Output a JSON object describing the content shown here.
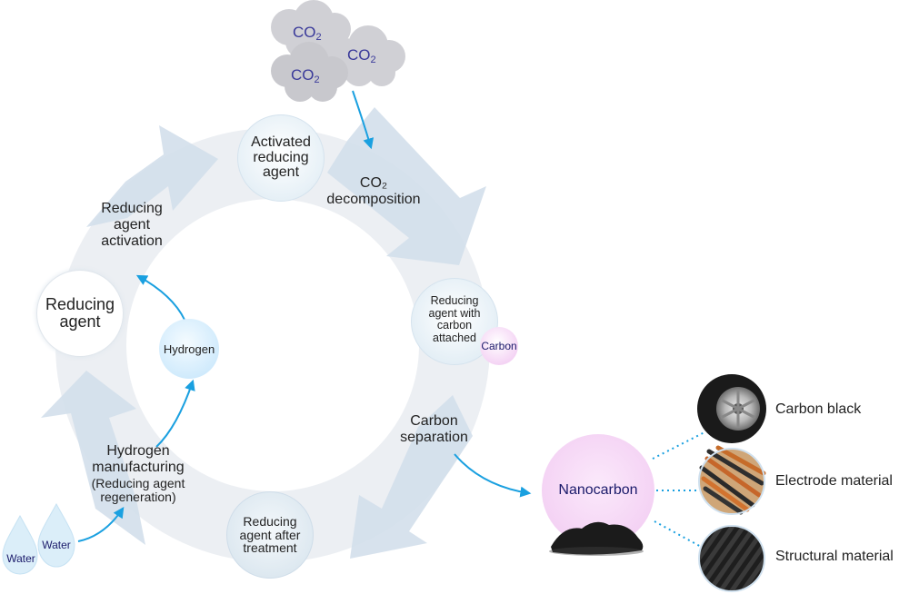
{
  "cycle": {
    "activated_reducing_agent": "Activated reducing agent",
    "co2_decomposition": "CO₂ decomposition",
    "reducing_agent_with_carbon": "Reducing agent with carbon attached",
    "carbon_badge": "Carbon",
    "carbon_separation": "Carbon separation",
    "reducing_agent_after_treatment": "Reducing agent after treatment",
    "hydrogen_manufacturing": "Hydrogen manufacturing",
    "hydrogen_manufacturing_note": "(Reducing agent regeneration)",
    "reducing_agent": "Reducing agent",
    "reducing_agent_activation": "Reducing agent activation",
    "hydrogen": "Hydrogen"
  },
  "inputs": {
    "co2_clouds": [
      "CO",
      "CO",
      "CO"
    ],
    "co2_subscript": "2",
    "water_drops": [
      "Water",
      "Water"
    ]
  },
  "output": {
    "nanocarbon": "Nanocarbon",
    "applications": [
      "Carbon black",
      "Electrode material",
      "Structural material"
    ]
  },
  "colors": {
    "ring": "#eceff3",
    "arrow_fill": "#cfdcea",
    "flow_arrow": "#1aa0e0",
    "node_fill": "#eef6fb",
    "hydrogen_fill": "#d7efff",
    "carbon_fill": "#f6d9f6",
    "nanocarbon_fill": "#f7ddf7",
    "cloud_fill": "#d2d2d6",
    "cloud_text": "#3a3a9a",
    "water_fill": "#dbeef9"
  }
}
